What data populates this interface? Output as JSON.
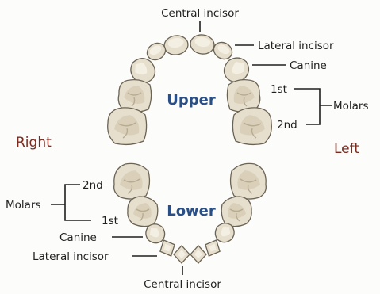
{
  "jaws": {
    "upper": "Upper",
    "lower": "Lower"
  },
  "sides": {
    "right": "Right",
    "left": "Left"
  },
  "upper_labels": {
    "central_incisor": "Central incisor",
    "lateral_incisor": "Lateral incisor",
    "canine": "Canine",
    "molar_1st": "1st",
    "molar_2nd": "2nd",
    "molars": "Molars"
  },
  "lower_labels": {
    "central_incisor": "Central incisor",
    "lateral_incisor": "Lateral incisor",
    "canine": "Canine",
    "molar_1st": "1st",
    "molar_2nd": "2nd",
    "molars": "Molars"
  },
  "colors": {
    "tooth_fill": "#e7dfce",
    "tooth_outline": "#6b6354",
    "side_label": "#7a2a1e",
    "jaw_label": "#2a4f86"
  }
}
